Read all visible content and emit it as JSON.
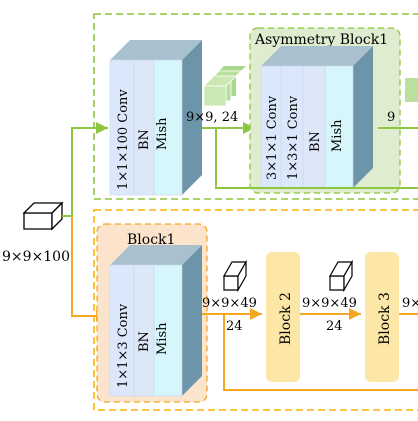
{
  "colors": {
    "green_dash": "#8dc63f",
    "orange_dash": "#f7b500",
    "green_arrow": "#8dc63f",
    "orange_arrow": "#f5a623",
    "front_blue": "#dbe8fb",
    "front_cyan": "#d7f6fb",
    "box_side": "#6b93a8",
    "box_top": "#9fb9c8",
    "asym_fill": "#dfeccf",
    "block1_fill": "#fbe3cc",
    "block_yellow": "#fde7a6"
  },
  "top_branch": {
    "conv_label": "1×1×100 Conv",
    "bn_label": "BN",
    "mish_label": "Mish",
    "shape_label": "9×9, 24",
    "asym_title": "Asymmetry Block1",
    "asym_conv_a": "3×1×1 Conv",
    "asym_conv_b": "1×3×1 Conv",
    "asym_bn": "BN",
    "asym_mish": "Mish"
  },
  "input": {
    "shape_label": "9×9×100"
  },
  "bottom_branch": {
    "block1_title": "Block1",
    "conv_label": "1×1×3 Conv",
    "bn_label": "BN",
    "mish_label": "Mish",
    "shape1_line1": "9×9×49",
    "shape1_line2": "24",
    "block2_label": "Block 2",
    "shape2_line1": "9×9×49",
    "shape2_line2": "24",
    "block3_label": "Block 3",
    "shape3_line1": "9×"
  }
}
